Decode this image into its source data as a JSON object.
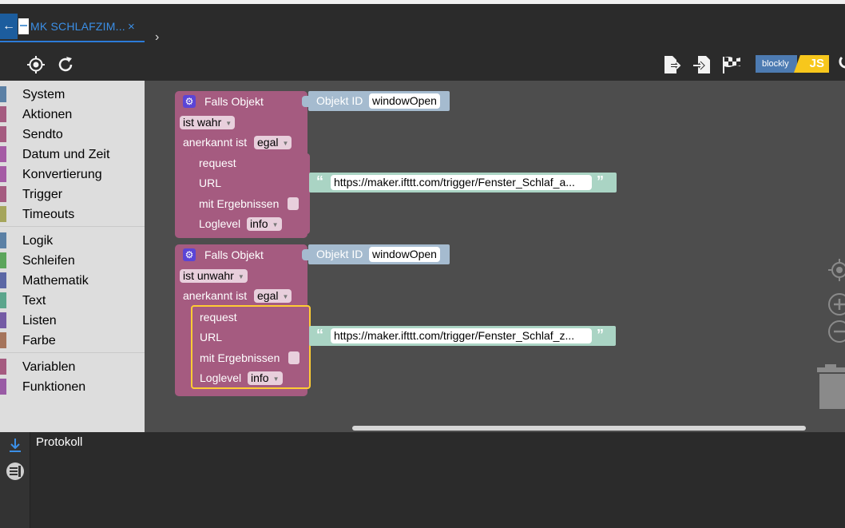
{
  "tab": {
    "title": "MK SCHLAFZIM...",
    "close": "×",
    "back": "←",
    "more": "›"
  },
  "toolbar": {
    "blockly_badge": "blockly",
    "js_badge": "JS"
  },
  "toolbox": {
    "groups": [
      [
        {
          "label": "System",
          "color": "#5b80a5"
        },
        {
          "label": "Aktionen",
          "color": "#a55b80"
        },
        {
          "label": "Sendto",
          "color": "#a55b80"
        },
        {
          "label": "Datum und Zeit",
          "color": "#a55ba5"
        },
        {
          "label": "Konvertierung",
          "color": "#a55ba5"
        },
        {
          "label": "Trigger",
          "color": "#a55b80"
        },
        {
          "label": "Timeouts",
          "color": "#a5a55b"
        }
      ],
      [
        {
          "label": "Logik",
          "color": "#5b80a5"
        },
        {
          "label": "Schleifen",
          "color": "#5ba55b"
        },
        {
          "label": "Mathematik",
          "color": "#5b67a5"
        },
        {
          "label": "Text",
          "color": "#5ba58c"
        },
        {
          "label": "Listen",
          "color": "#745ba5"
        },
        {
          "label": "Farbe",
          "color": "#a5745b"
        }
      ],
      [
        {
          "label": "Variablen",
          "color": "#a55b80"
        },
        {
          "label": "Funktionen",
          "color": "#995ba5"
        }
      ]
    ]
  },
  "blocks": [
    {
      "trigger_label": "Falls Objekt",
      "state": "ist wahr",
      "ack_label": "anerkannt ist",
      "ack_value": "egal",
      "object_id_label": "Objekt ID",
      "object_id_value": "windowOpen",
      "request": {
        "label": "request",
        "url_label": "URL",
        "url_value": "https://maker.ifttt.com/trigger/Fenster_Schlaf_a...",
        "results_label": "mit Ergebnissen",
        "loglevel_label": "Loglevel",
        "loglevel_value": "info"
      }
    },
    {
      "trigger_label": "Falls Objekt",
      "state": "ist unwahr",
      "ack_label": "anerkannt ist",
      "ack_value": "egal",
      "object_id_label": "Objekt ID",
      "object_id_value": "windowOpen",
      "request": {
        "label": "request",
        "url_label": "URL",
        "url_value": "https://maker.ifttt.com/trigger/Fenster_Schlaf_z...",
        "results_label": "mit Ergebnissen",
        "loglevel_label": "Loglevel",
        "loglevel_value": "info"
      }
    }
  ],
  "log": {
    "title": "Protokoll"
  },
  "colors": {
    "accent": "#2c7bd8",
    "block_purple": "#a55b80",
    "object_block": "#a5bbcf",
    "text_block": "#aad4c4",
    "selection": "#ffcc33",
    "workspace": "#4d4d4d"
  }
}
